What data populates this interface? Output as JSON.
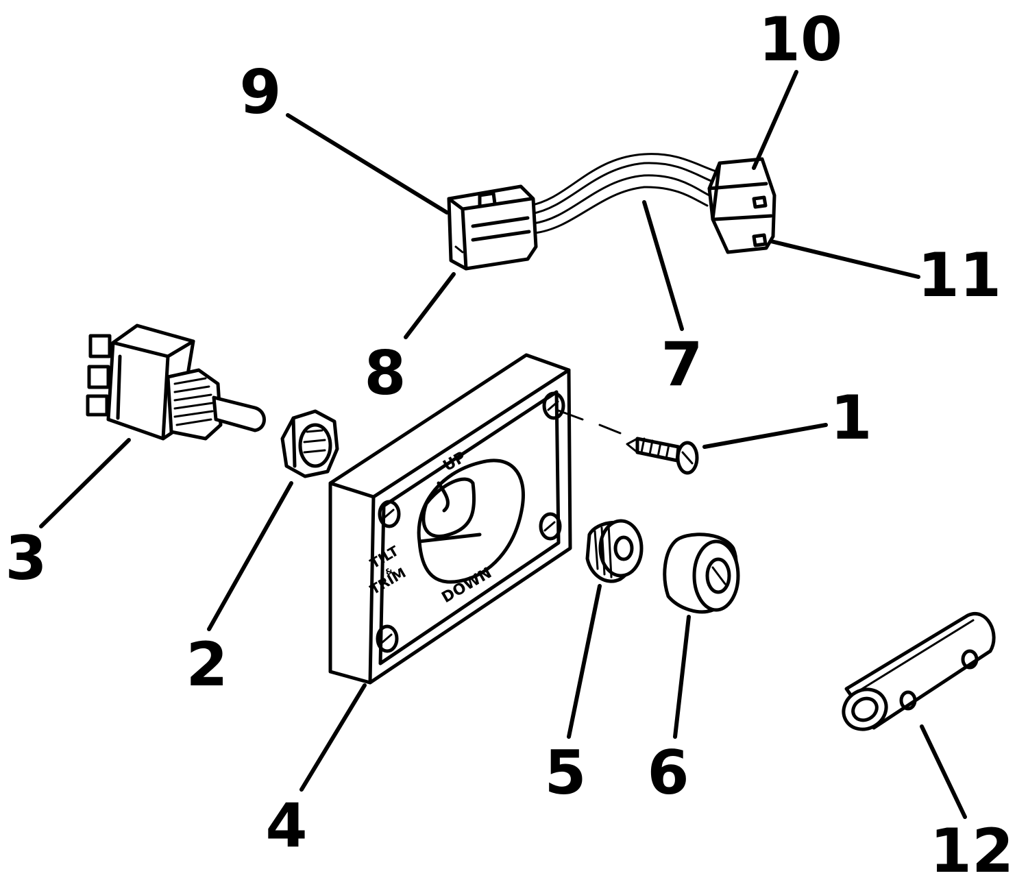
{
  "callouts": [
    {
      "id": "1",
      "label": "1"
    },
    {
      "id": "2",
      "label": "2"
    },
    {
      "id": "3",
      "label": "3"
    },
    {
      "id": "4",
      "label": "4"
    },
    {
      "id": "5",
      "label": "5"
    },
    {
      "id": "6",
      "label": "6"
    },
    {
      "id": "7",
      "label": "7"
    },
    {
      "id": "8",
      "label": "8"
    },
    {
      "id": "9",
      "label": "9"
    },
    {
      "id": "10",
      "label": "10"
    },
    {
      "id": "11",
      "label": "11"
    },
    {
      "id": "12",
      "label": "12"
    }
  ],
  "panel": {
    "up": "UP",
    "down": "DOWN",
    "tilt": "TILT",
    "amp": "&",
    "trim": "TRIM"
  }
}
